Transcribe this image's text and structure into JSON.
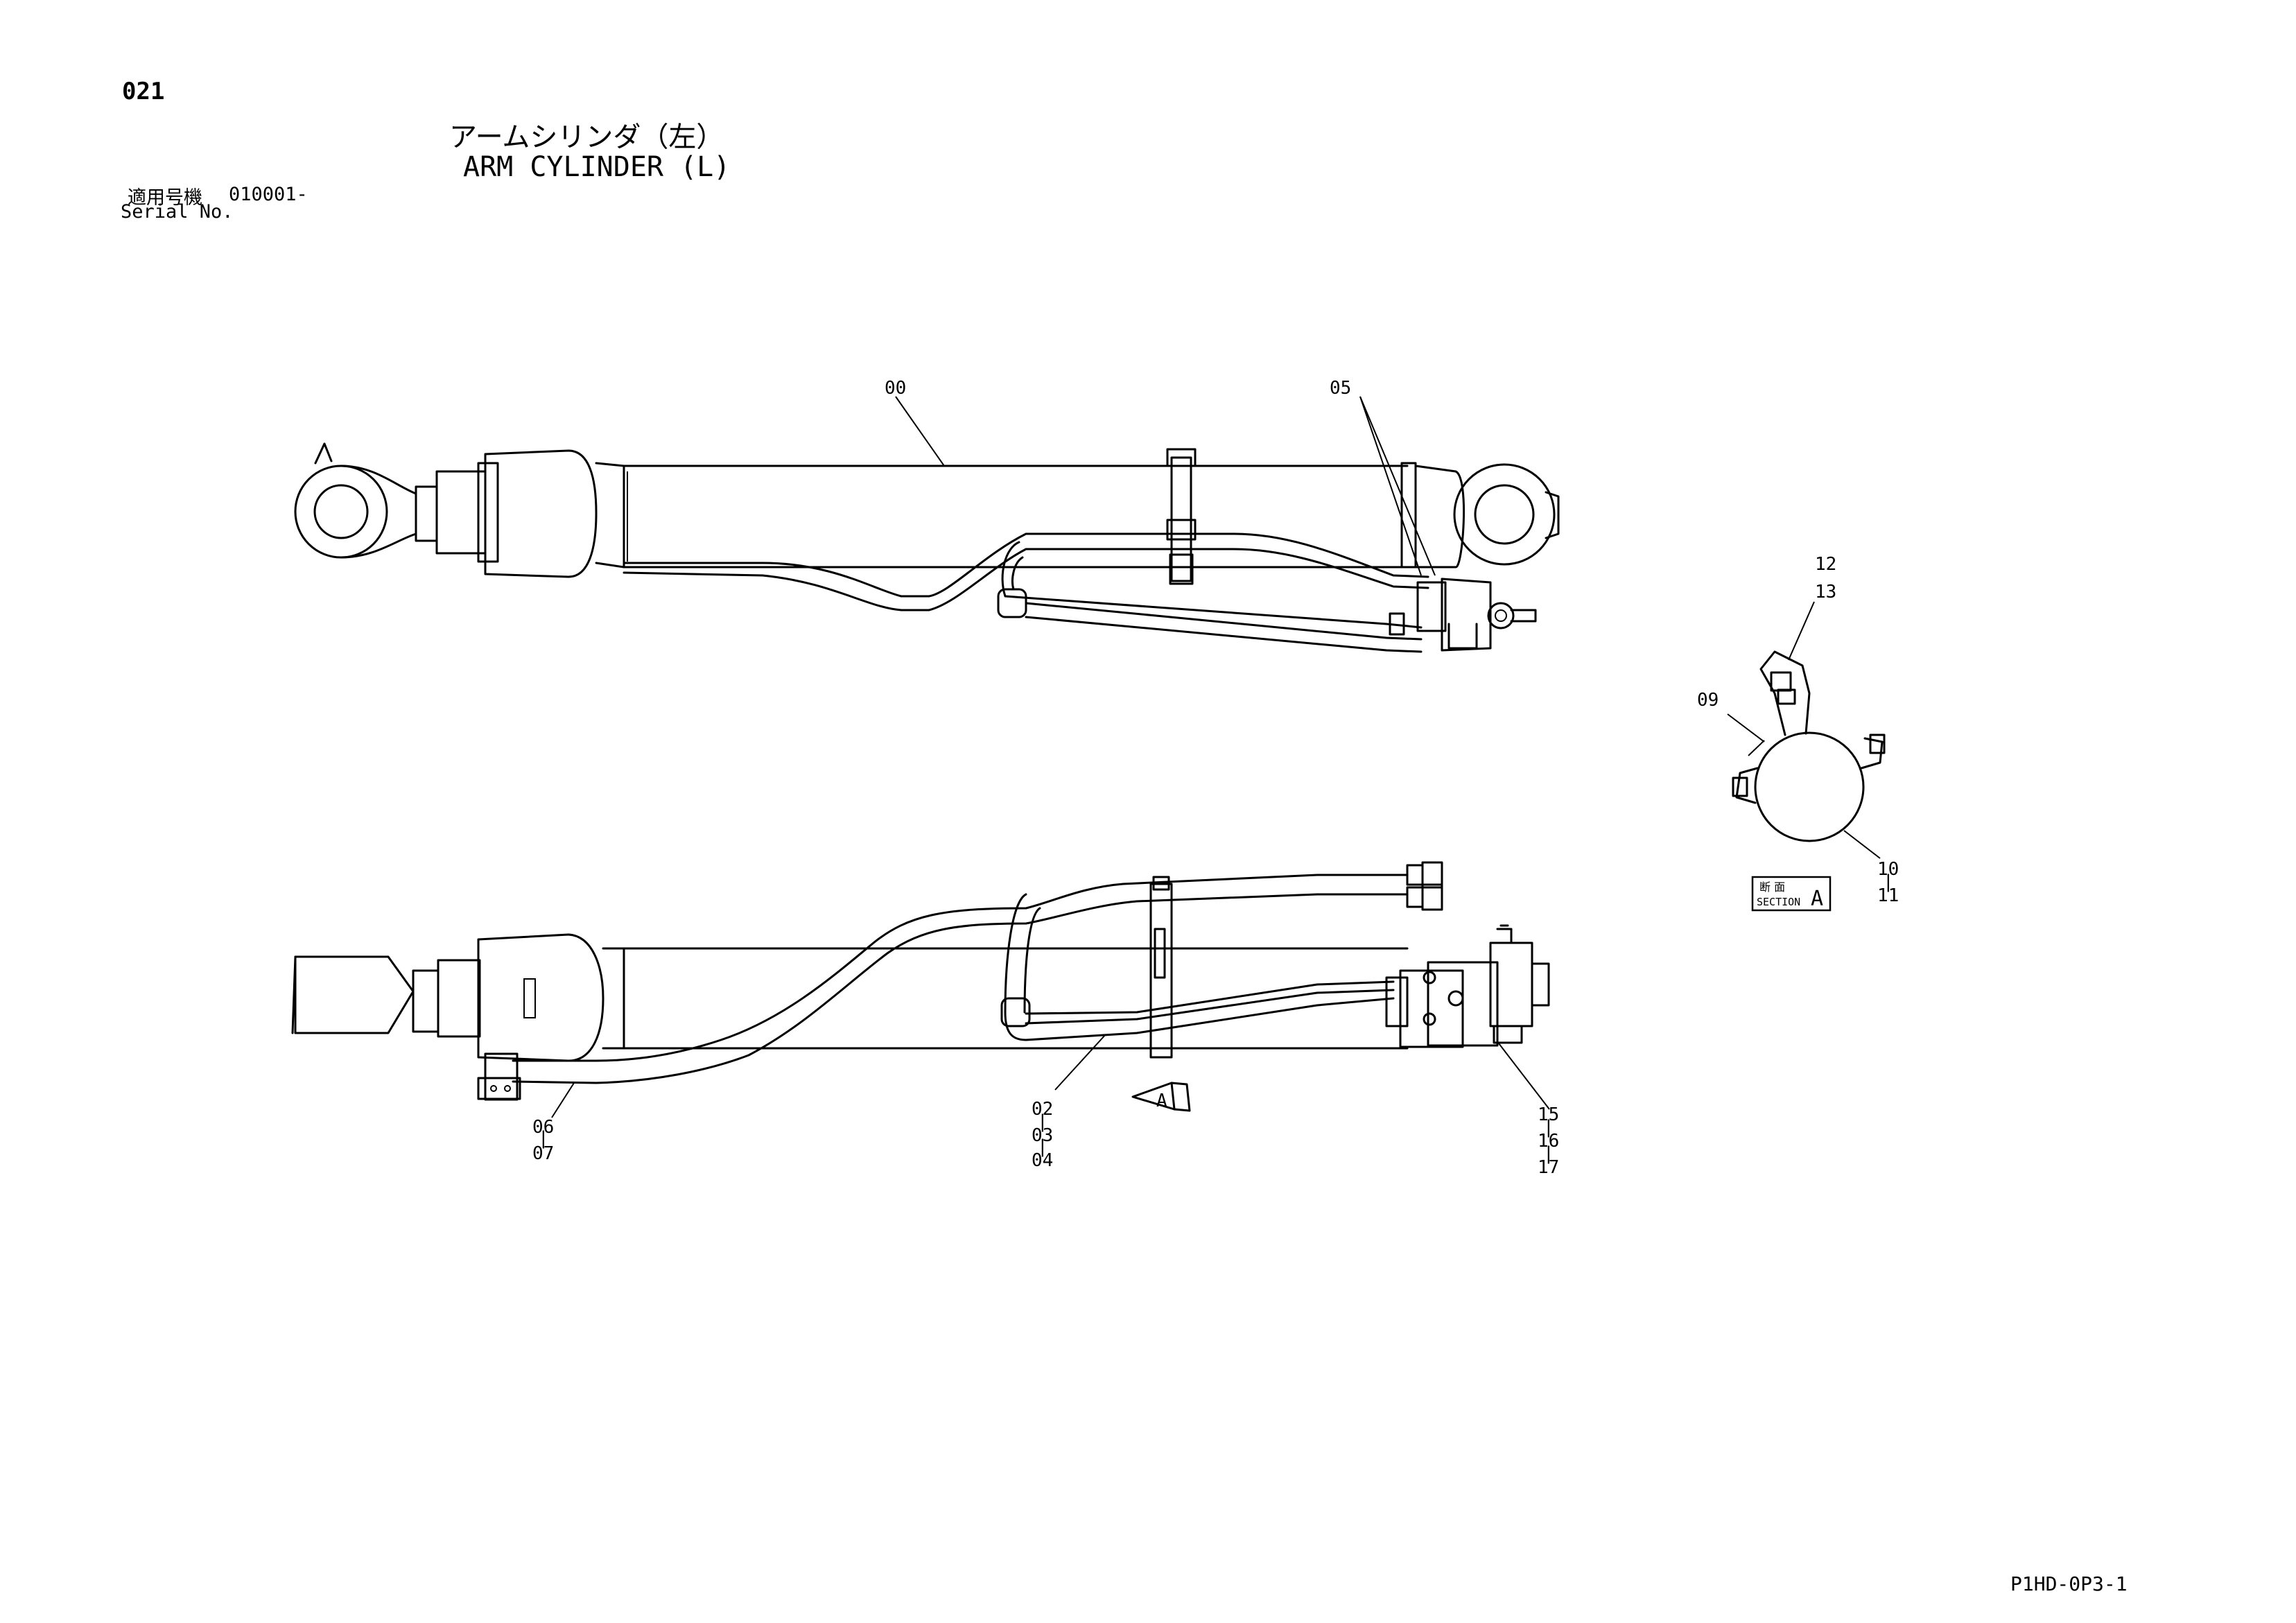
{
  "header": {
    "page_number": "021",
    "title_jp": "アームシリンダ（左）",
    "title_en": "ARM CYLINDER (L)",
    "serial_label_jp": "適用号機",
    "serial_value": "010001-",
    "serial_label_en": "Serial No."
  },
  "callouts": {
    "c00": "00",
    "c05": "05",
    "c12": "12",
    "c13": "13",
    "c09": "09",
    "c10": "10",
    "c11": "11",
    "c02": "02",
    "c03": "03",
    "c04": "04",
    "c06": "06",
    "c07": "07",
    "c15": "15",
    "c16": "16",
    "c17": "17",
    "sep": "|"
  },
  "section": {
    "jp": "断 面",
    "en": "SECTION",
    "letter": "A",
    "view_arrow_letter": "A"
  },
  "footer": {
    "drawing_code": "P1HD-0P3-1"
  }
}
